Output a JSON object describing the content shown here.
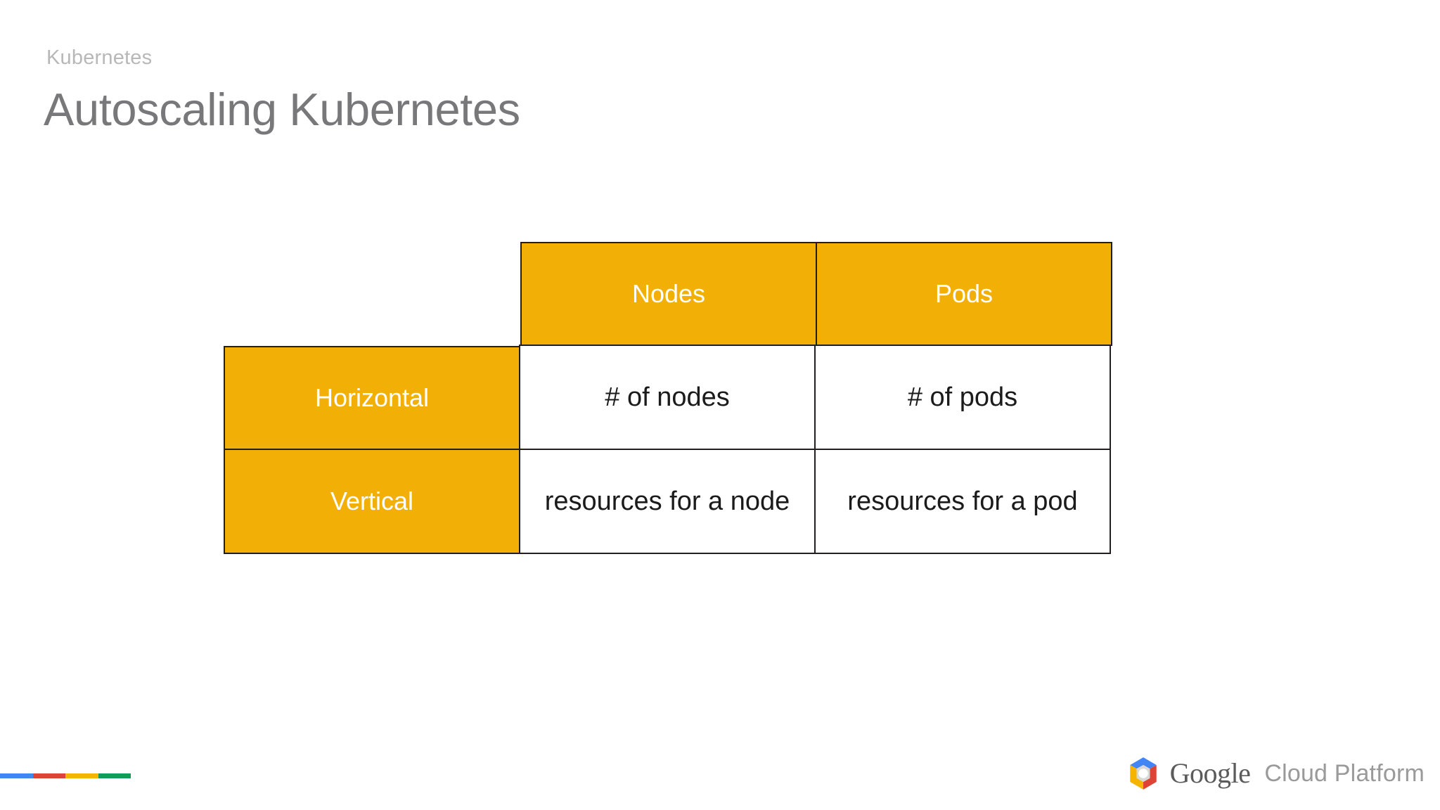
{
  "slide": {
    "eyebrow": "Kubernetes",
    "title": "Autoscaling Kubernetes"
  },
  "table": {
    "corner_label": "",
    "column_headers": [
      "Nodes",
      "Pods"
    ],
    "rows": [
      {
        "label": "Horizontal",
        "cells": [
          "# of nodes",
          "# of pods"
        ]
      },
      {
        "label": "Vertical",
        "cells": [
          "resources for a node",
          "resources for a pod"
        ]
      }
    ]
  },
  "footer": {
    "brand_primary": "Google",
    "brand_secondary": "Cloud Platform",
    "color_bar": [
      "#4285F4",
      "#DB4437",
      "#F4B400",
      "#0F9D58"
    ]
  },
  "colors": {
    "accent_amber": "#F2B006",
    "cell_border": "#231f20",
    "title_grey": "#78787a",
    "eyebrow_grey": "#b8b8b8",
    "background": "#ffffff"
  }
}
